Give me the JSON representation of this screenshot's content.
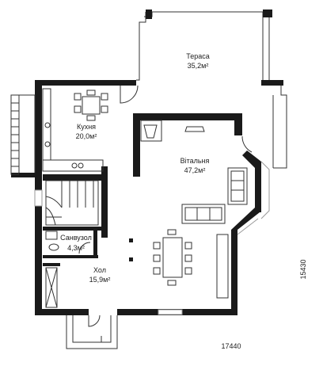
{
  "rooms": {
    "terrace": {
      "name": "Тераса",
      "area": "35,2м²"
    },
    "kitchen": {
      "name": "Кухня",
      "area": "20,0м²"
    },
    "living": {
      "name": "Вітальня",
      "area": "47,2м²"
    },
    "bathroom": {
      "name": "Санвузол",
      "area": "4,3м²"
    },
    "hall": {
      "name": "Хол",
      "area": "15,9м²"
    }
  },
  "dimensions": {
    "width": "17440",
    "height": "15430"
  },
  "colors": {
    "wall": "#1a1a1a",
    "line": "#333333",
    "window": "#9a9a9a"
  }
}
